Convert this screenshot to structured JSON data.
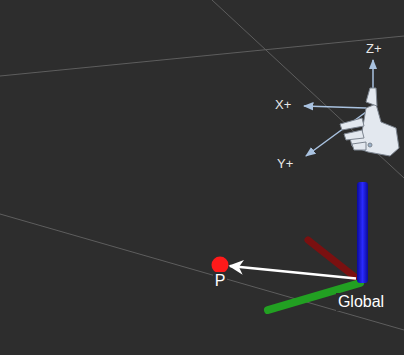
{
  "diagram": {
    "nodes": [
      {
        "text": [
          "Global"
        ]
      },
      {
        "text": [
          "P"
        ]
      }
    ],
    "edges": [
      {
        "from": 0,
        "to": 1,
        "arrow": "to"
      }
    ],
    "labels": [
      "Z+",
      "X+",
      "Y+"
    ]
  }
}
